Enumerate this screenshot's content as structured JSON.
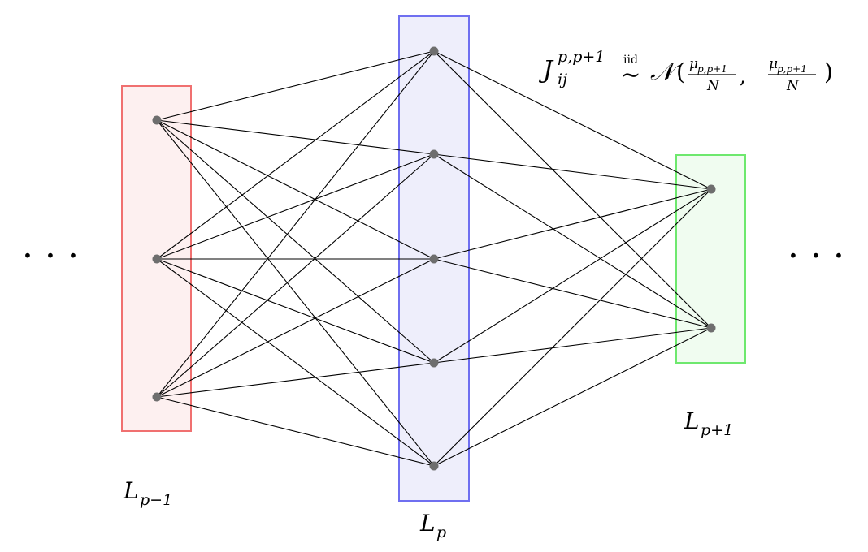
{
  "diagram": {
    "layers": [
      {
        "id": "L_prev",
        "label_main": "L",
        "label_sub": "p−1",
        "stroke": "#f07070",
        "fill": "#fdf0f0",
        "nodes": 3
      },
      {
        "id": "L_curr",
        "label_main": "L",
        "label_sub": "p",
        "stroke": "#6f6ff0",
        "fill": "#eeeefb",
        "nodes": 5
      },
      {
        "id": "L_next",
        "label_main": "L",
        "label_sub": "p+1",
        "stroke": "#6ee86e",
        "fill": "#f0fcf0",
        "nodes": 2
      }
    ],
    "ellipsis_left": "· · ·",
    "ellipsis_right": "· · ·",
    "formula": {
      "symbol": "J",
      "superscript": "p,p+1",
      "subscript": "ij",
      "relation_top": "iid",
      "relation": "∼",
      "distribution": "𝒩",
      "open": "(",
      "close": ")",
      "comma": ",",
      "mean_num": "μ",
      "mean_num_sub": "p,p+1",
      "mean_den": "N",
      "var_num": "μ",
      "var_num_sub": "p,p+1",
      "var_den": "N"
    },
    "node_color": "#6e6e6e",
    "edge_color": "#000000"
  }
}
